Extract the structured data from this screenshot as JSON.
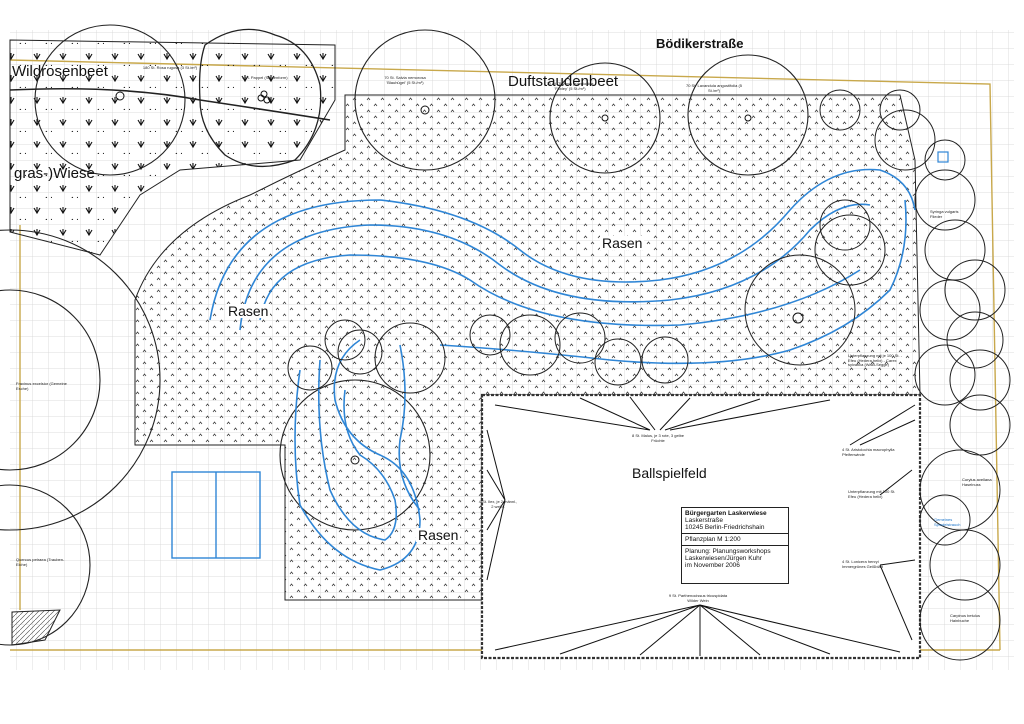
{
  "street": "Bödikerstraße",
  "areas": {
    "wildrosenbeet": "Wildrosenbeet",
    "gras_wiese": "gras-)Wiese",
    "duftstaudenbeet": "Duftstaudenbeet",
    "rasen_center": "Rasen",
    "rasen_left": "Rasen",
    "rasen_bottom": "Rasen",
    "ballspielfeld": "Ballspielfeld"
  },
  "title_block": {
    "title": "Bürgergarten Laskerwiese",
    "address_line1": "Laskerstraße",
    "address_line2": "10245 Berlin-Friedrichshain",
    "plan_scale": "Pflanzplan  M 1:200",
    "credit_line1": "Planung: Planungsworkshops",
    "credit_line2": "Laskerwiesen/Jürgen Kuhr",
    "credit_line3": "im November 2006"
  },
  "plant_notes": {
    "roses": "180 St. Rosa rugosa (3 St./m²)",
    "populus": "sch. Pappel (Säulenform)",
    "salvia": "70 St. Salvia nemorosa 'Blauhügel' (5 St./m²)",
    "thymus": "70 St. Thymus pulegioides 'Foxley' (5 St./m²)",
    "lavandula": "70 St. Lavandula angustifolia (5 St./m²)",
    "fraxinus": "Fraxinus excelsior (Gemeine Esche)",
    "quercus": "Quercus petraea (Trauben-Eiche)",
    "ballfield_top": "8 St. Malus, je 3 rote, 3 gelbe Früchte",
    "ballfield_left": "4 St. Ilex, je 2 männl., 2 weibl.",
    "ballfield_bottom": "9 St. Parthenocissus tricuspidata Wilder Wein",
    "ballfield_right1": "4 St. Aristolochia macrophylla Pfeifenwinde",
    "ballfield_right2": "Unterpflanzung mit 100 St. Efeu (Hedera helix)",
    "ballfield_right3": "4 St. Lonicera henryi Immergrünes Geißblatt",
    "hedge_note": "Unterpflanzung mit je 100 St. - Efeu (Hedera helix) - Carex sylvatica (Wald-Segge)",
    "syringa": "Syringa vulgaris Flieder",
    "corylus": "Corylus avellana Haselnuss",
    "hortensie": "Gemeines Spindelstrauch",
    "carpinus": "Carpinus betulus Hainbuche"
  },
  "colors": {
    "path_blue": "#2f86d6",
    "boundary": "#c8a84b",
    "grid": "#d4d4d4",
    "ink": "#111111"
  }
}
